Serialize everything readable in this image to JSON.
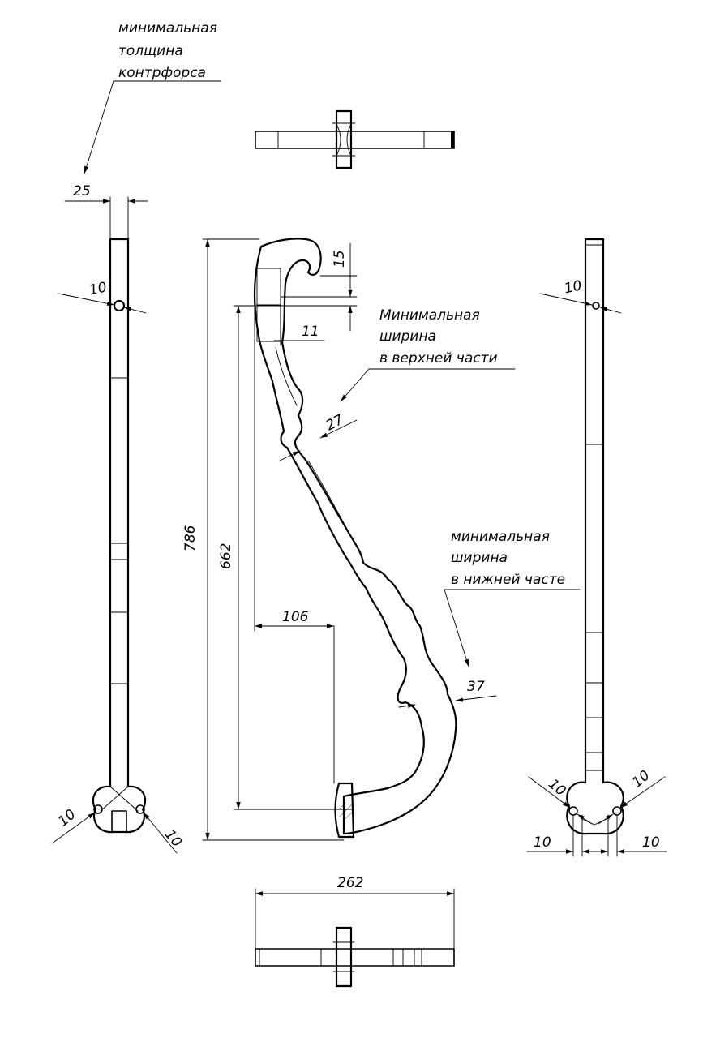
{
  "notes": {
    "buttress": [
      "минимальная",
      "толщина",
      "контрфорса"
    ],
    "top_width": [
      "Минимальная",
      "ширина",
      "в верхней части"
    ],
    "bottom_width": [
      "минимальная",
      "ширина",
      "в нижней часте"
    ]
  },
  "dimensions": {
    "buttress_thickness": "25",
    "hole_left_top": "10",
    "hole_left_bl": "10",
    "hole_left_br": "10",
    "top_step": "15",
    "top_width": "11",
    "upper_min_width": "27",
    "total_height": "786",
    "inner_height": "662",
    "foot_offset": "106",
    "lower_min_width": "37",
    "overall_width": "262",
    "hole_right_top": "10",
    "hole_right_bl_diag": "10",
    "hole_right_br_diag": "10",
    "hole_right_bl_horiz": "10",
    "hole_right_br_horiz": "10"
  },
  "colors": {
    "ink": "#000000",
    "paper": "#ffffff"
  }
}
